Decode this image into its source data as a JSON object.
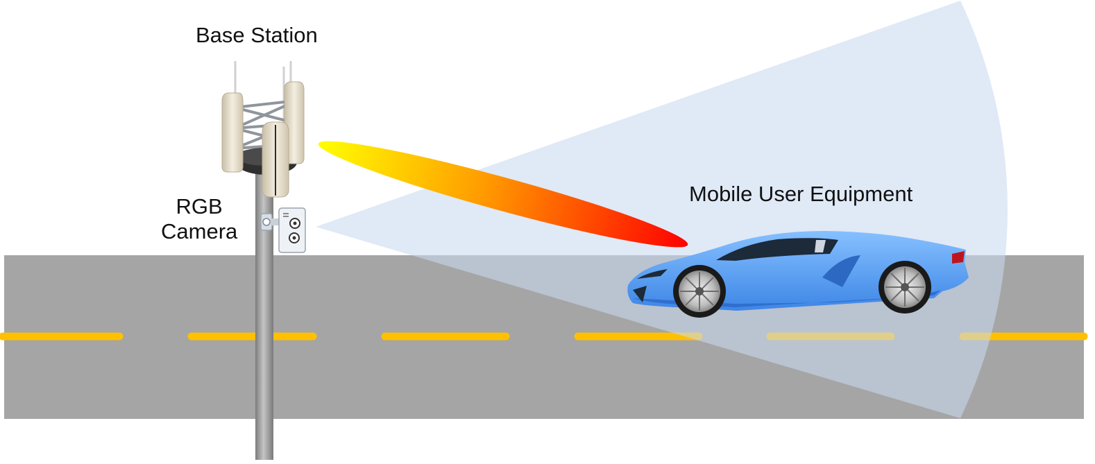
{
  "labels": {
    "base_station": "Base Station",
    "camera_line1": "RGB",
    "camera_line2": "Camera",
    "user_equipment": "Mobile User Equipment"
  },
  "colors": {
    "road": "#a5a5a5",
    "lane_marking": "#ffc000",
    "camera_fov": "#c9d9f0",
    "beam_start": "#ffff00",
    "beam_mid": "#ff9a00",
    "beam_end": "#ff0000",
    "car_body": "#5fa8ff",
    "car_window": "#1c2a3a",
    "pole": "#9a9a9a",
    "antenna_panel": "#e9e1cf"
  },
  "icons": [
    "cell-tower-icon",
    "rgb-camera-icon",
    "car-icon"
  ]
}
